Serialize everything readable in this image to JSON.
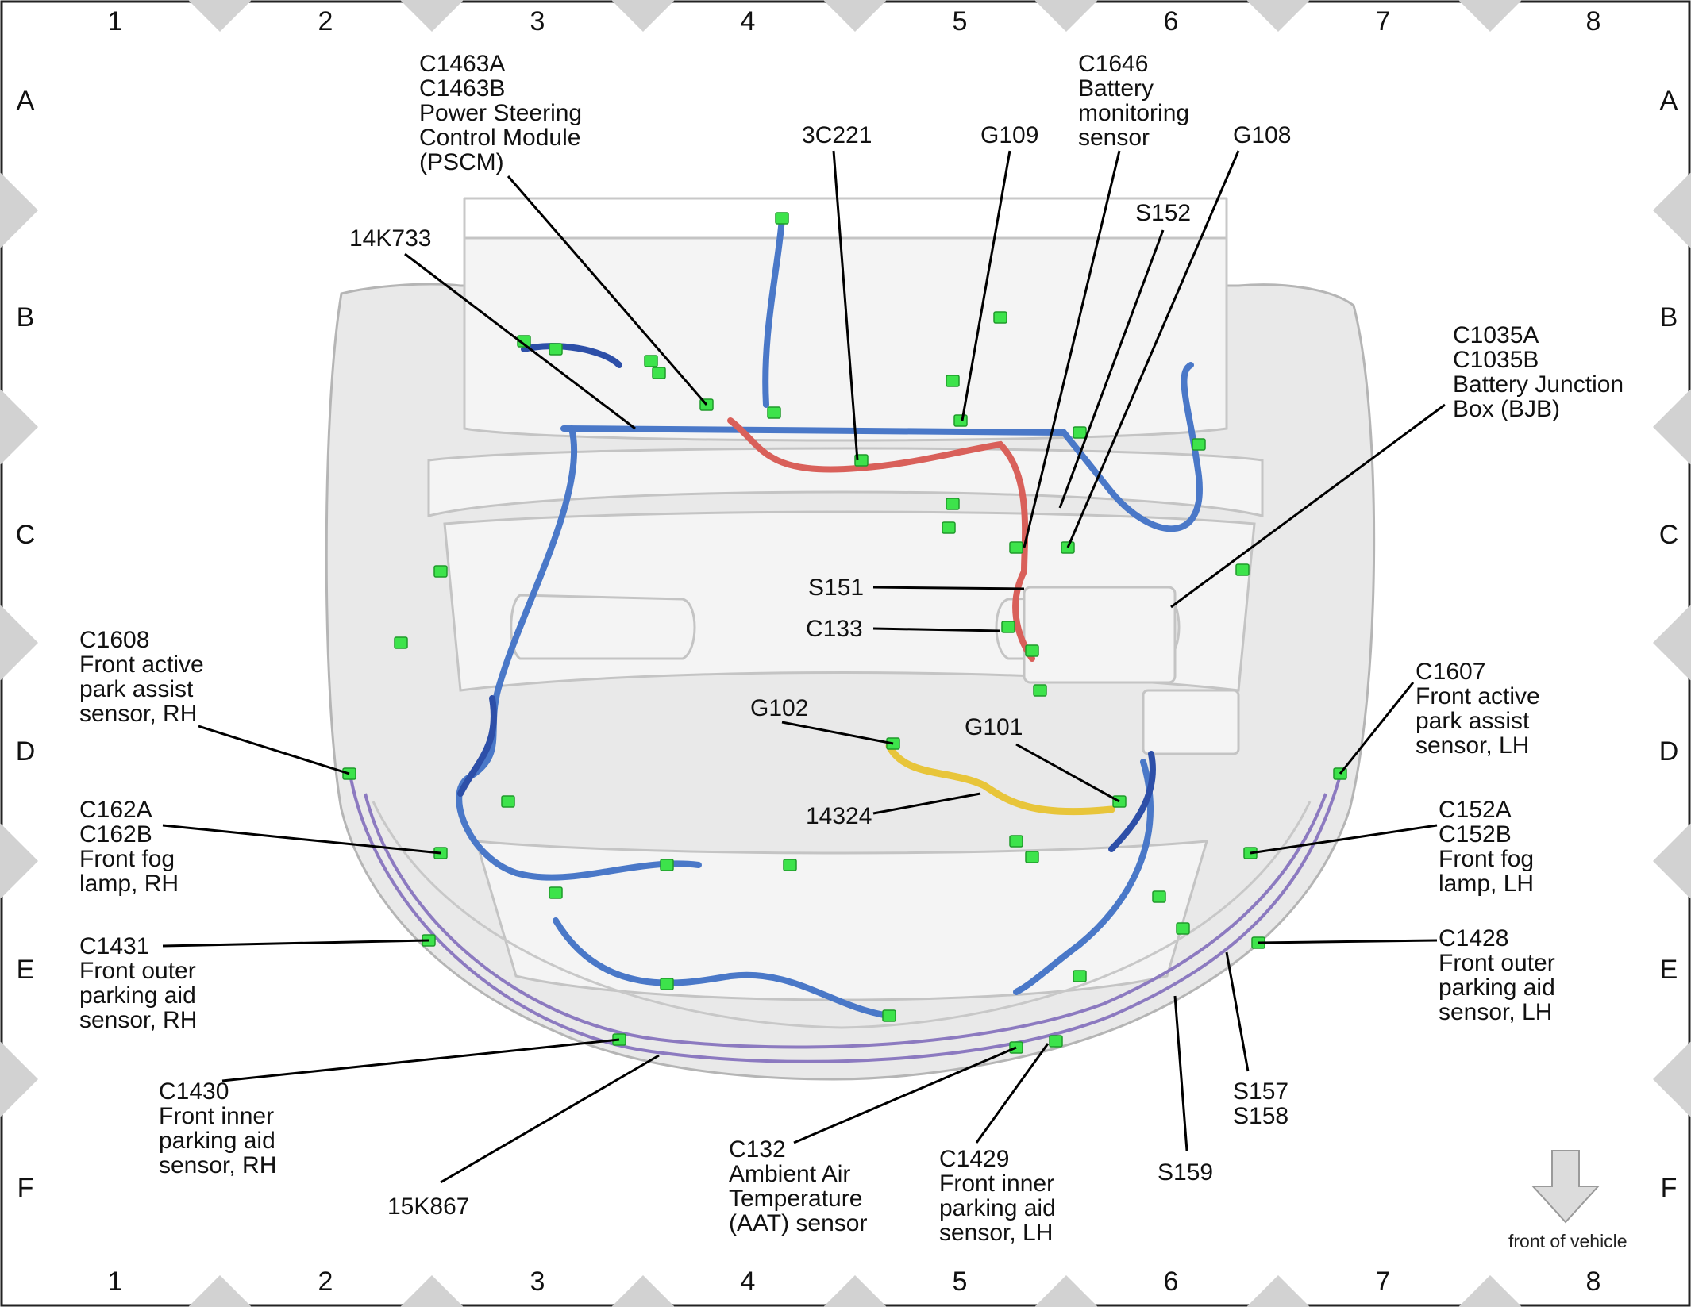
{
  "grid": {
    "columns": [
      "1",
      "2",
      "3",
      "4",
      "5",
      "6",
      "7",
      "8"
    ],
    "rows": [
      "A",
      "B",
      "C",
      "D",
      "E",
      "F"
    ]
  },
  "callouts": [
    {
      "id": "c1463",
      "lines": [
        "C1463A",
        "C1463B",
        "Power Steering",
        "Control Module",
        "(PSCM)"
      ]
    },
    {
      "id": "3c221",
      "lines": [
        "3C221"
      ]
    },
    {
      "id": "g109",
      "lines": [
        "G109"
      ]
    },
    {
      "id": "c1646",
      "lines": [
        "C1646",
        "Battery",
        "monitoring",
        "sensor"
      ]
    },
    {
      "id": "g108",
      "lines": [
        "G108"
      ]
    },
    {
      "id": "s152",
      "lines": [
        "S152"
      ]
    },
    {
      "id": "14k733",
      "lines": [
        "14K733"
      ]
    },
    {
      "id": "c1035",
      "lines": [
        "C1035A",
        "C1035B",
        "Battery Junction",
        "Box (BJB)"
      ]
    },
    {
      "id": "s151",
      "lines": [
        "S151"
      ]
    },
    {
      "id": "c133",
      "lines": [
        "C133"
      ]
    },
    {
      "id": "c1608",
      "lines": [
        "C1608",
        "Front active",
        "park assist",
        "sensor, RH"
      ]
    },
    {
      "id": "g102",
      "lines": [
        "G102"
      ]
    },
    {
      "id": "g101",
      "lines": [
        "G101"
      ]
    },
    {
      "id": "c1607",
      "lines": [
        "C1607",
        "Front active",
        "park assist",
        "sensor, LH"
      ]
    },
    {
      "id": "14324",
      "lines": [
        "14324"
      ]
    },
    {
      "id": "c162",
      "lines": [
        "C162A",
        "C162B",
        "Front fog",
        "lamp, RH"
      ]
    },
    {
      "id": "c152",
      "lines": [
        "C152A",
        "C152B",
        "Front fog",
        "lamp, LH"
      ]
    },
    {
      "id": "c1431",
      "lines": [
        "C1431",
        "Front outer",
        "parking aid",
        "sensor, RH"
      ]
    },
    {
      "id": "c1428",
      "lines": [
        "C1428",
        "Front outer",
        "parking aid",
        "sensor, LH"
      ]
    },
    {
      "id": "c1430",
      "lines": [
        "C1430",
        "Front inner",
        "parking aid",
        "sensor, RH"
      ]
    },
    {
      "id": "s157",
      "lines": [
        "S157",
        "S158"
      ]
    },
    {
      "id": "15k867",
      "lines": [
        "15K867"
      ]
    },
    {
      "id": "c132",
      "lines": [
        "C132",
        "Ambient Air",
        "Temperature",
        "(AAT) sensor"
      ]
    },
    {
      "id": "c1429",
      "lines": [
        "C1429",
        "Front inner",
        "parking aid",
        "sensor, LH"
      ]
    },
    {
      "id": "s159",
      "lines": [
        "S159"
      ]
    }
  ],
  "orientation": {
    "label": "front of vehicle",
    "icon": "down-arrow-icon"
  },
  "colors": {
    "connector": "#3de34b",
    "harness_blue": "#4a78c8",
    "harness_dark_blue": "#2d4fa8",
    "harness_red": "#d9605a",
    "harness_yellow": "#e8c53a",
    "harness_purple": "#8c7ac0"
  }
}
